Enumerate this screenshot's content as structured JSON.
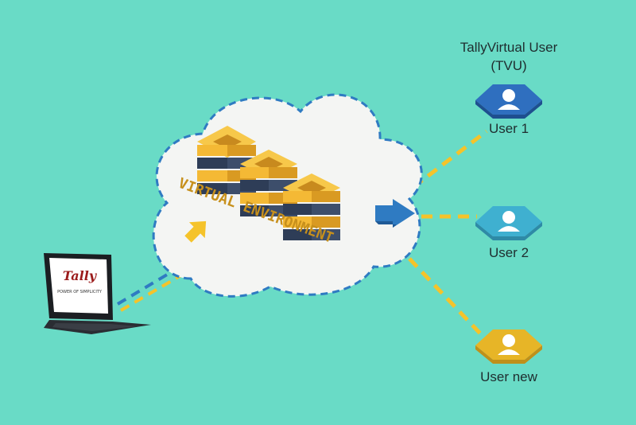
{
  "header": {
    "title_line1": "TallyVirtual User",
    "title_line2": "(TVU)"
  },
  "cloud": {
    "label": "VIRTUAL ENVIRONMENT"
  },
  "laptop": {
    "brand": "Tally",
    "tagline": "POWER OF SIMPLICITY"
  },
  "users": [
    {
      "label": "User 1",
      "color": "#2f6fbf"
    },
    {
      "label": "User 2",
      "color": "#3fb0d0"
    },
    {
      "label": "User new",
      "color": "#e7b527"
    }
  ],
  "colors": {
    "background": "#69dbc6",
    "cloud_fill": "#f4f5f3",
    "cloud_border": "#2f7bc2",
    "connector": "#f5c32a",
    "server_gold": "#f4b935",
    "server_dark": "#2e3d57",
    "arrow_blue": "#2f7bc2",
    "arrow_gold": "#f5c32a"
  }
}
